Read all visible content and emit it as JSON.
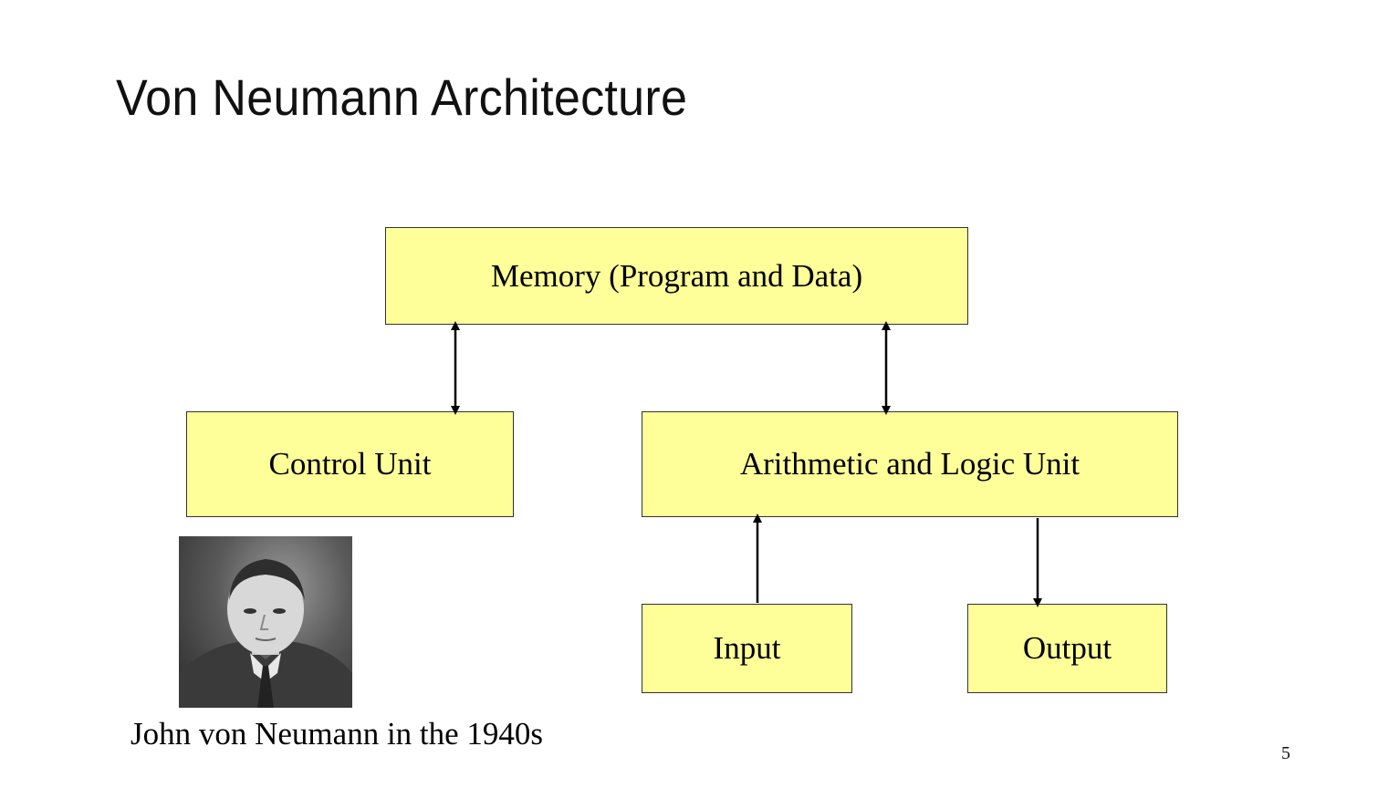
{
  "slide": {
    "title": "Von Neumann Architecture",
    "page_number": "5"
  },
  "diagram": {
    "memory": "Memory (Program and Data)",
    "control_unit": "Control Unit",
    "alu": "Arithmetic and Logic Unit",
    "input": "Input",
    "output": "Output",
    "box_fill": "#ffff99",
    "connections": [
      {
        "from": "memory",
        "to": "control_unit",
        "direction": "bidirectional"
      },
      {
        "from": "memory",
        "to": "alu",
        "direction": "bidirectional"
      },
      {
        "from": "input",
        "to": "alu",
        "direction": "forward"
      },
      {
        "from": "alu",
        "to": "output",
        "direction": "forward"
      }
    ]
  },
  "portrait": {
    "caption": "John von Neumann in the 1940s"
  }
}
